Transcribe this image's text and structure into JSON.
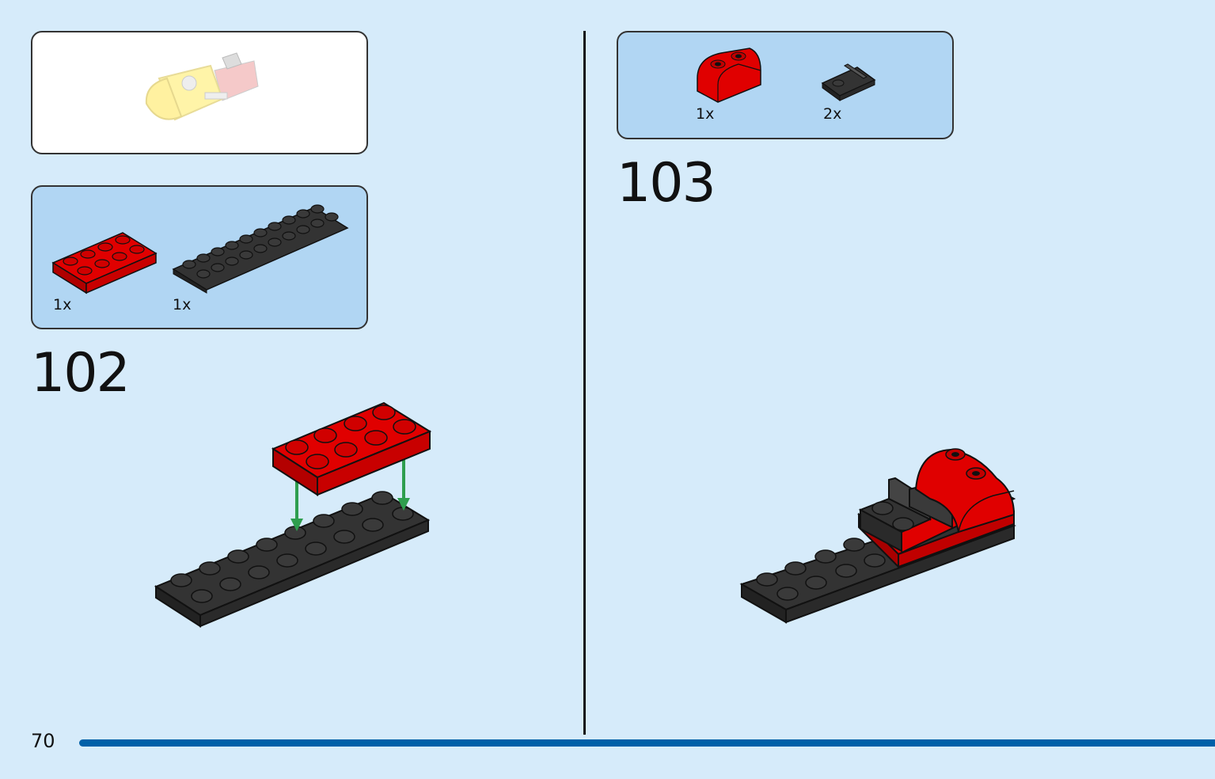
{
  "page": {
    "number": "70"
  },
  "colors": {
    "background": "#d6ebfa",
    "parts_panel": "#b1d6f3",
    "brick_red": "#e00000",
    "brick_black": "#333333",
    "arrow_green": "#2e9e4e",
    "page_bar": "#0060a8"
  },
  "context_image": {
    "icon": "vehicle-context-preview-icon"
  },
  "steps": [
    {
      "number": "102",
      "parts": [
        {
          "icon": "red-plate-2x4-icon",
          "qty": "1x"
        },
        {
          "icon": "black-plate-2x10-icon",
          "qty": "1x"
        }
      ],
      "illustration": "attach-red-plate-to-black-plate-icon"
    },
    {
      "number": "103",
      "parts": [
        {
          "icon": "red-curved-slope-2x2-icon",
          "qty": "1x"
        },
        {
          "icon": "black-bracket-1x2-icon",
          "qty": "2x"
        }
      ],
      "illustration": "assembled-result-icon"
    }
  ]
}
